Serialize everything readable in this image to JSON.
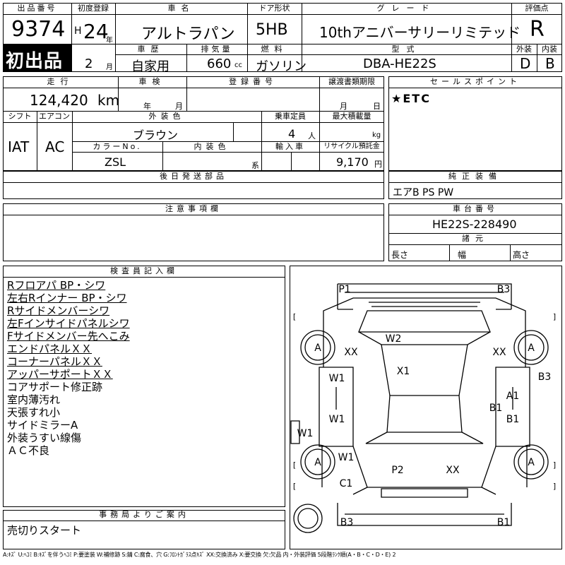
{
  "header": {
    "lot_label": "出品番号",
    "lot_number": "9374",
    "first_listing": "初出品",
    "first_reg_label": "初度登録",
    "era_letter": "H",
    "year": "24",
    "year_unit": "年",
    "month": "2",
    "month_unit": "月",
    "car_name_label": "車名",
    "car_name": "アルトラパン",
    "door_label": "ドア形状",
    "door": "5HB",
    "grade_label": "グレード",
    "grade": "10thアニバーサリーリミテッド",
    "score_label": "評価点",
    "score": "R",
    "history_label": "車歴",
    "history": "自家用",
    "displacement_label": "排気量",
    "displacement": "660",
    "displacement_unit": "cc",
    "fuel_label": "燃料",
    "fuel": "ガソリン",
    "model_label": "型式",
    "model": "DBA-HE22S",
    "exterior_label": "外装",
    "exterior_grade": "D",
    "interior_label": "内装",
    "interior_grade": "B"
  },
  "specs": {
    "mileage_label": "走行",
    "mileage": "124,420",
    "mileage_unit": "km",
    "inspection_label": "車検",
    "insp_year_unit": "年",
    "insp_month_unit": "月",
    "reg_label": "登録番号",
    "transfer_label": "譲渡書類期限",
    "transfer_month_unit": "月",
    "transfer_day_unit": "日",
    "shift_label": "シフト",
    "shift": "IAT",
    "ac_label": "エアコン",
    "ac": "AC",
    "ext_color_label": "外装色",
    "ext_color": "ブラウン",
    "capacity_label": "乗車定員",
    "capacity": "4",
    "capacity_unit": "人",
    "load_label": "最大積載量",
    "load_unit": "kg",
    "color_no_label": "カラーNo.",
    "color_no": "ZSL",
    "int_color_label": "内装色",
    "int_color_unit": "系",
    "import_label": "輸入車",
    "recycle_label": "リサイクル預託金",
    "recycle": "9,170",
    "recycle_unit": "円",
    "later_parts_label": "後日発送部品"
  },
  "sales": {
    "label": "セールスポイント",
    "text": "★ETC"
  },
  "equipment": {
    "label": "純正装備",
    "text": "エアB PS PW"
  },
  "caution": {
    "label": "注意事項欄"
  },
  "chassis": {
    "label": "車台番号",
    "number": "HE22S-228490"
  },
  "dims": {
    "label": "諸元",
    "length": "長さ",
    "width": "幅",
    "height": "高さ"
  },
  "inspector": {
    "label": "検査員記入欄",
    "notes": [
      "Rフロアパ BP・シワ",
      "左右Rインナー BP・シワ",
      "Rサイドメンバーシワ",
      "左Fインサイドパネルシワ",
      "Fサイドメンバー先へこみ",
      "エンドパネルＸＸ",
      "コーナーパネルＸＸ",
      "アッパーサポートＸＸ",
      "コアサポート修正跡",
      "室内薄汚れ",
      "天張すれ小",
      "サイドミラーA",
      "外装うすい線傷",
      "ＡＣ不良"
    ]
  },
  "office": {
    "label": "事務局よりご案内",
    "text": "売切りスタート"
  },
  "legend": "A:ｷｽﾞ U:ﾍｺﾐ B:ｷｽﾞを伴うﾍｺﾐ P:要塗装 W:補修跡 S:錆 C:腐食、穴 G:ﾌﾛﾝﾄｶﾞﾗｽ点ｷｽﾞ XX:交換済み X:要交換 欠:欠品 内・外装評価 5段階ﾗﾝｸ順(A・B・C・D・E) 2",
  "diagram": {
    "marks": {
      "p1": "P1",
      "b3_tr": "B3",
      "b3_r": "B3",
      "w2": "W2",
      "x1": "X1",
      "xx_l": "XX",
      "xx_r": "XX",
      "w1_a": "W1",
      "w1_b": "W1",
      "w1_c": "W1",
      "w1_d": "W1",
      "a1": "A1",
      "b1_a": "B1",
      "b1_b": "B1",
      "p2": "P2",
      "xx_b": "XX",
      "c1": "C1",
      "b3_bl": "B3",
      "b1_br": "B1",
      "tire_fl": "A",
      "tire_fr": "A",
      "tire_rl": "A",
      "tire_rr": "A",
      "bracket_open": "[",
      "bracket_close": "]"
    }
  }
}
